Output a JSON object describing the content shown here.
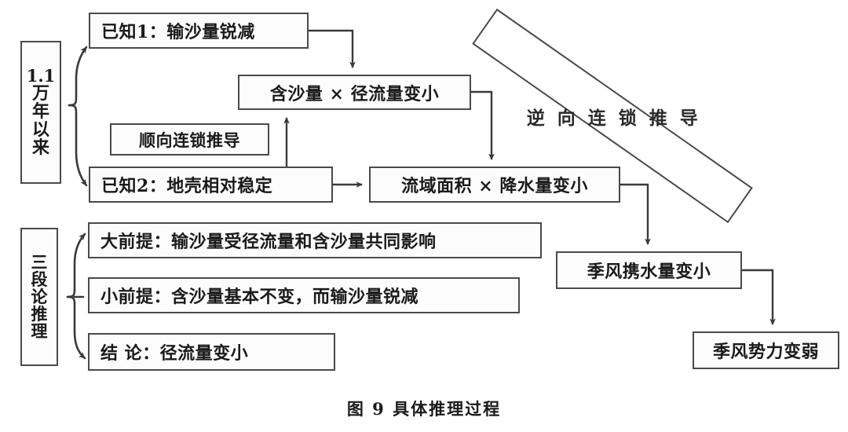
{
  "figure": {
    "caption": "图 9    具体推理过程",
    "line_color": "#4a4a4a",
    "text_color": "#1a1a1a",
    "background": "#ffffff"
  },
  "groups": {
    "era": {
      "number": "1.1",
      "chars": [
        "万",
        "年",
        "以",
        "来"
      ],
      "full": "1.1万年以来"
    },
    "syllogism": {
      "chars": [
        "三",
        "段",
        "论",
        "推",
        "理"
      ],
      "full": "三段论推理"
    }
  },
  "labels": {
    "forward_chain": "顺向连锁推导",
    "reverse_chain": "逆向连锁推导"
  },
  "boxes": {
    "known1": "已知1：输沙量锐减",
    "known2": "已知2：地壳相对稳定",
    "sediment_runoff": "含沙量 × 径流量变小",
    "basin_precip": "流域面积 × 降水量变小",
    "monsoon_water": "季风携水量变小",
    "monsoon_weak": "季风势力变弱",
    "major_premise": "大前提：输沙量受径流量和含沙量共同影响",
    "minor_premise": "小前提：含沙量基本不变，而输沙量锐减",
    "conclusion": "结    论：径流量变小"
  }
}
